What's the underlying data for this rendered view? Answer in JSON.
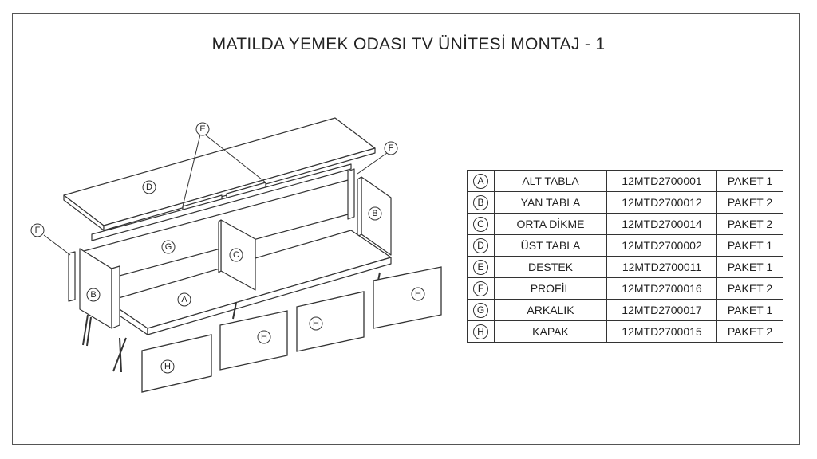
{
  "title": "MATILDA YEMEK ODASI TV ÜNİTESİ MONTAJ - 1",
  "part_labels": {
    "A": "A",
    "B": "B",
    "C": "C",
    "D": "D",
    "E": "E",
    "F": "F",
    "G": "G",
    "H": "H"
  },
  "parts": [
    {
      "letter": "A",
      "name": "ALT TABLA",
      "code": "12MTD2700001",
      "package": "PAKET 1"
    },
    {
      "letter": "B",
      "name": "YAN TABLA",
      "code": "12MTD2700012",
      "package": "PAKET 2"
    },
    {
      "letter": "C",
      "name": "ORTA DİKME",
      "code": "12MTD2700014",
      "package": "PAKET 2"
    },
    {
      "letter": "D",
      "name": "ÜST TABLA",
      "code": "12MTD2700002",
      "package": "PAKET 1"
    },
    {
      "letter": "E",
      "name": "DESTEK",
      "code": "12MTD2700011",
      "package": "PAKET 1"
    },
    {
      "letter": "F",
      "name": "PROFİL",
      "code": "12MTD2700016",
      "package": "PAKET 2"
    },
    {
      "letter": "G",
      "name": "ARKALIK",
      "code": "12MTD2700017",
      "package": "PAKET 1"
    },
    {
      "letter": "H",
      "name": "KAPAK",
      "code": "12MTD2700015",
      "package": "PAKET 2"
    }
  ]
}
